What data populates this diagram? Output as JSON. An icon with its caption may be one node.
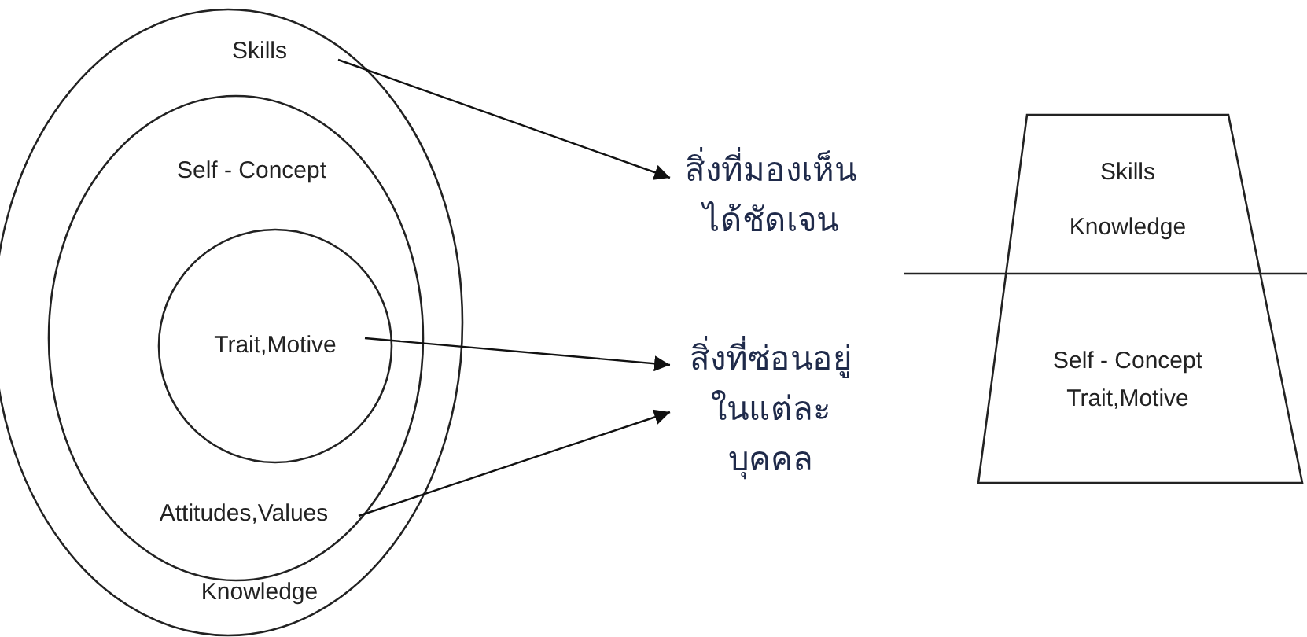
{
  "diagram": {
    "nodes": [
      {
        "text": [
          "Skills",
          "Knowledge"
        ]
      },
      {
        "text": [
          "Self - Concept",
          "Attitudes,Values"
        ],
        "in": 0
      },
      {
        "text": [
          "Trait,Motive"
        ],
        "in": 1
      },
      {
        "text": [
          "สิ่งที่มองเห็นได้ชัดเจน"
        ]
      },
      {
        "text": [
          "สิ่งที่ซ่อนอยู่ในแต่ละบุคคล"
        ]
      },
      {
        "text": [
          "Skills",
          "Knowledge",
          "Self - Concept",
          "Trait,Motive"
        ]
      }
    ],
    "edges": [
      {
        "from": 0,
        "to": 3,
        "arrow": "to"
      },
      {
        "from": 2,
        "to": 4,
        "arrow": "to"
      },
      {
        "from": 1,
        "to": 4,
        "arrow": "to"
      }
    ]
  }
}
